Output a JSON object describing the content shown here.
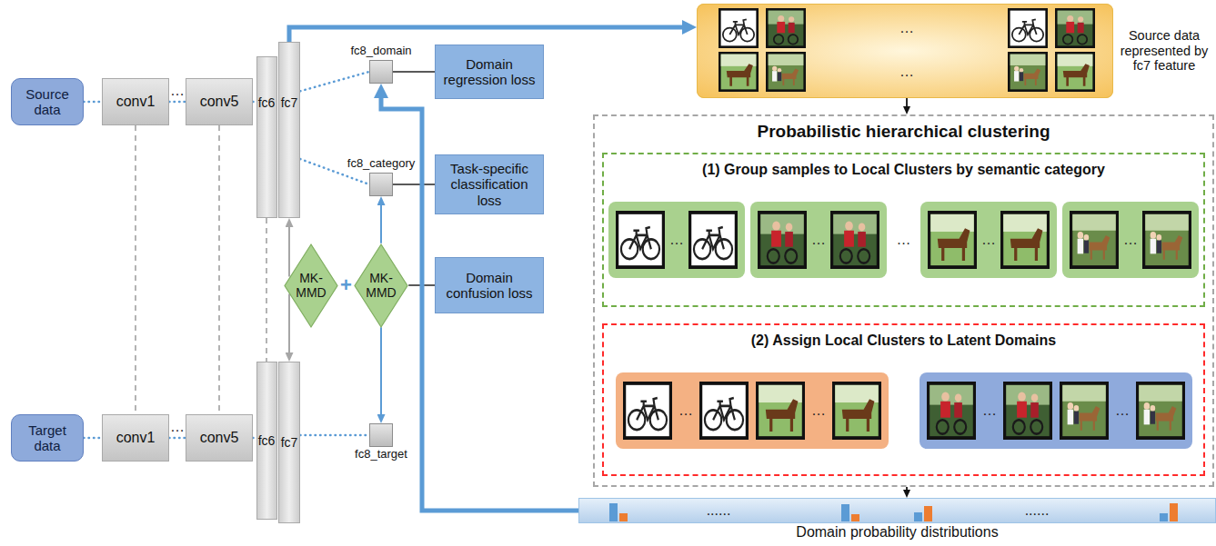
{
  "diagram": {
    "nodes": [
      {
        "text": [
          "Source data"
        ]
      },
      {
        "text": [
          "conv1"
        ]
      },
      {
        "text": [
          "conv5"
        ]
      },
      {
        "text": [
          "fc6"
        ]
      },
      {
        "text": [
          "fc7"
        ]
      },
      {
        "text": [
          "fc8_domain"
        ]
      },
      {
        "text": [
          "fc8_category"
        ]
      },
      {
        "text": [
          "Domain regression loss"
        ]
      },
      {
        "text": [
          "Task-specific classification loss"
        ]
      },
      {
        "text": [
          "MK-MMD"
        ]
      },
      {
        "text": [
          "MK-MMD"
        ]
      },
      {
        "text": [
          "Domain confusion loss"
        ]
      },
      {
        "text": [
          "Target data"
        ]
      },
      {
        "text": [
          "conv1"
        ]
      },
      {
        "text": [
          "conv5"
        ]
      },
      {
        "text": [
          "fc6"
        ]
      },
      {
        "text": [
          "fc7"
        ]
      },
      {
        "text": [
          "fc8_target"
        ]
      },
      {
        "text": [
          "Source data represented by fc7 feature"
        ]
      },
      {
        "text": [
          "Probabilistic hierarchical clustering"
        ]
      },
      {
        "text": [
          "(1) Group samples to Local Clusters by semantic category"
        ],
        "in": 19
      },
      {
        "text": [
          "(2) Assign Local Clusters to Latent Domains"
        ],
        "in": 19
      },
      {
        "text": [
          "Domain probability distributions"
        ]
      }
    ],
    "edges": [
      {
        "from": 0,
        "to": 1,
        "arrow": "none"
      },
      {
        "from": 1,
        "to": 2,
        "arrow": "none"
      },
      {
        "from": 2,
        "to": 3,
        "arrow": "none"
      },
      {
        "from": 4,
        "to": 5,
        "arrow": "none"
      },
      {
        "from": 4,
        "to": 6,
        "arrow": "none"
      },
      {
        "from": 5,
        "to": 7,
        "arrow": "none"
      },
      {
        "from": 6,
        "to": 8,
        "arrow": "none"
      },
      {
        "from": 1,
        "to": 13,
        "arrow": "none"
      },
      {
        "from": 2,
        "to": 14,
        "arrow": "none"
      },
      {
        "from": 3,
        "to": 15,
        "arrow": "none"
      },
      {
        "from": 9,
        "to": 4,
        "arrow": "to"
      },
      {
        "from": 9,
        "to": 16,
        "arrow": "to"
      },
      {
        "from": 10,
        "to": 6,
        "arrow": "to"
      },
      {
        "from": 10,
        "to": 17,
        "arrow": "to"
      },
      {
        "from": 10,
        "to": 11,
        "arrow": "none"
      },
      {
        "from": 12,
        "to": 13,
        "arrow": "none"
      },
      {
        "from": 13,
        "to": 14,
        "arrow": "none"
      },
      {
        "from": 14,
        "to": 15,
        "arrow": "none"
      },
      {
        "from": 16,
        "to": 17,
        "arrow": "none"
      },
      {
        "from": 4,
        "to": 18,
        "arrow": "to"
      },
      {
        "from": 18,
        "to": 19,
        "arrow": "to"
      },
      {
        "from": 19,
        "to": 22,
        "arrow": "to"
      },
      {
        "from": 22,
        "to": 5,
        "arrow": "to"
      }
    ],
    "labels": [
      "…",
      "…",
      "+",
      "…",
      "…",
      "…",
      "…",
      "…",
      "…",
      "…",
      "…",
      "…",
      "…",
      "…",
      "......",
      "......"
    ]
  }
}
